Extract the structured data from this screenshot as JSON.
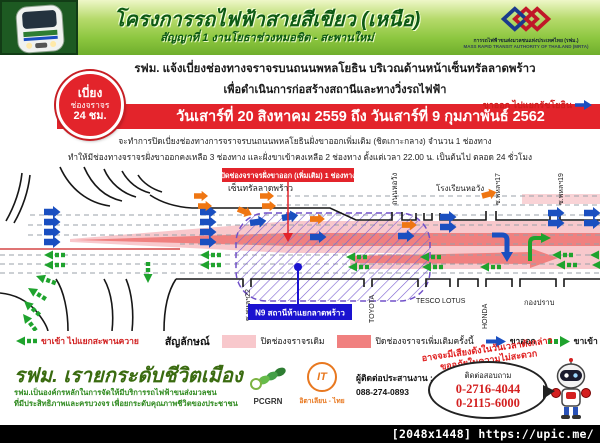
{
  "header": {
    "title": "โครงการรถไฟฟ้าสายสีเขียว (เหนือ)",
    "subtitle": "สัญญาที่ 1  งานโยธาช่วงหมอชิต - สะพานใหม่",
    "agency_line1": "การรถไฟฟ้าขนส่งมวลชนแห่งประเทศไทย (รฟม.)",
    "agency_line2": "MASS RAPID TRANSIT AUTHORITY OF THAILAND (MRTA)"
  },
  "badge": {
    "line1": "เบี่ยง",
    "line2": "ช่องจราจร",
    "line3": "24 ชม."
  },
  "notice": {
    "line1": "รฟม. แจ้งเบี่ยงช่องทางจราจรบนถนนพหลโยธิน บริเวณด้านหน้าเซ็นทรัลลาดพร้าว",
    "line2": "เพื่อดำเนินการก่อสร้างสถานีและทางวิ่งรถไฟฟ้า",
    "date_banner": "วันเสาร์ที่ 20 สิงหาคม 2559 ถึง วันเสาร์ที่ 9 กุมภาพันธ์ 2562",
    "detail_line1": "จะทำการปิดเบี่ยงช่องทางการจราจรบนถนนพหลโยธินฝั่งขาออกเพิ่มเติม (ชิดเกาะกลาง) จำนวน 1 ช่องทาง",
    "detail_line2": "ทำให้มีช่องทางจราจรฝั่งขาออกคงเหลือ 3 ช่องทาง และฝั่งขาเข้าคงเหลือ 2 ช่องทาง ตั้งแต่เวลา 22.00 น. เป็นต้นไป ตลอด 24 ชั่วโมง"
  },
  "map": {
    "outbound_label": "ขาออก ไปแยกรัชโยธิน",
    "inbound_label": "ขาเข้า ไปแยกสะพานควาย",
    "closure_callout": "ปิดช่องจราจรฝั่งขาออก (เพิ่มเติม) 1 ช่องทาง",
    "station_box": "N9 สถานีห้าแยกลาดพร้าว",
    "places": {
      "central": "เซ็นทรัลลาดพร้าว",
      "thanon_ho_wang": "ถนนหอวัง",
      "school": "โรงเรียนหอวัง",
      "soi17": "ซ.พหลฯ17",
      "soi19": "ซ.พหลฯ19",
      "soi22": "ซ.พหลฯ22",
      "toyota": "TOYOTA",
      "tesco": "TESCO LOTUS",
      "honda": "HONDA",
      "kong_prab": "กองปราบ"
    }
  },
  "legend": {
    "title": "สัญลักษณ์",
    "old_closure": "ปิดช่องจราจรเดิม",
    "new_closure": "ปิดช่องจราจรเพิ่มเติมครั้งนี้",
    "outbound": "ขาออก",
    "inbound": "ขาเข้า"
  },
  "apology": {
    "line1": "อาจจะมีเสียงดังในวันเวลาดังกล่าว",
    "line2": "ขออภัยในความไม่สะดวก"
  },
  "footer": {
    "slogan": "รฟม. เรายกระดับชีวิตเมือง",
    "mission_line1": "รฟม.เป็นองค์กรหลักในการจัดให้มีบริการรถไฟฟ้าขนส่งมวลชน",
    "mission_line2": "ที่มีประสิทธิภาพและครบวงจร เพื่อยกระดับคุณภาพชีวิตของประชาชน",
    "pcgrn": "PCGRN",
    "it_monogram": "IT",
    "contractor": "อิตาเลียน - ไทย",
    "coordinator_label": "ผู้ติดต่อประสานงาน :",
    "coordinator_phone": "088-274-0893",
    "inquiry_label": "ติดต่อสอบถาม",
    "phone1": "0-2716-4044",
    "phone2": "0-2115-6000"
  },
  "watermark": "[2048x1448] https://upic.me/",
  "colors": {
    "red": "#e3242b",
    "pink_old": "#f8c8cc",
    "salmon_new": "#f0807f",
    "blue_arrow": "#1a4fc0",
    "green_arrow": "#1fa32e",
    "orange_arrow": "#ef7612",
    "purple_zone": "#7050c8",
    "station_blue": "#1a12d0"
  }
}
